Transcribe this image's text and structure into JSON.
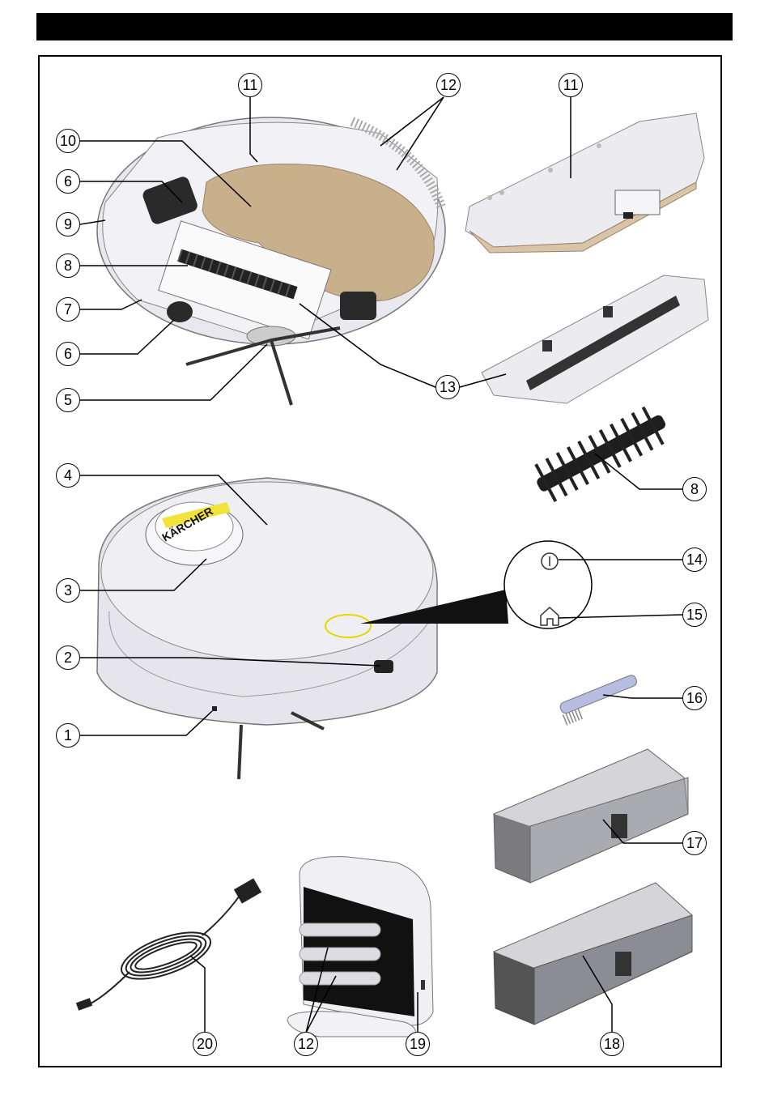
{
  "brand_label": "KÄRCHER",
  "button_icons": [
    "power-icon",
    "home-icon"
  ],
  "colors": {
    "accent_yellow": "#f0e33a",
    "mop_pad": "#c9b08c",
    "device_body": "#ebeaf0",
    "outline": "#000000"
  },
  "callouts": [
    {
      "id": "c11a",
      "label": "11"
    },
    {
      "id": "c12a",
      "label": "12"
    },
    {
      "id": "c11b",
      "label": "11"
    },
    {
      "id": "c10",
      "label": "10"
    },
    {
      "id": "c6a",
      "label": "6"
    },
    {
      "id": "c9",
      "label": "9"
    },
    {
      "id": "c8a",
      "label": "8"
    },
    {
      "id": "c7",
      "label": "7"
    },
    {
      "id": "c6b",
      "label": "6"
    },
    {
      "id": "c5",
      "label": "5"
    },
    {
      "id": "c13",
      "label": "13"
    },
    {
      "id": "c8b",
      "label": "8"
    },
    {
      "id": "c4",
      "label": "4"
    },
    {
      "id": "c3",
      "label": "3"
    },
    {
      "id": "c14",
      "label": "14"
    },
    {
      "id": "c15",
      "label": "15"
    },
    {
      "id": "c2",
      "label": "2"
    },
    {
      "id": "c16",
      "label": "16"
    },
    {
      "id": "c1",
      "label": "1"
    },
    {
      "id": "c17",
      "label": "17"
    },
    {
      "id": "c20",
      "label": "20"
    },
    {
      "id": "c12b",
      "label": "12"
    },
    {
      "id": "c19",
      "label": "19"
    },
    {
      "id": "c18",
      "label": "18"
    }
  ]
}
